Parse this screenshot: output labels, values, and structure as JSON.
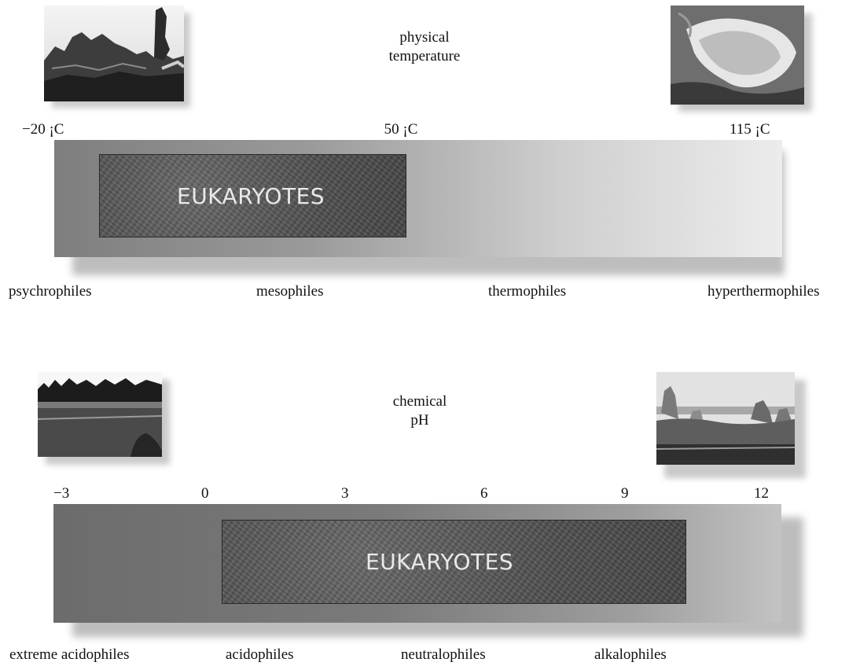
{
  "temperature_panel": {
    "title_line1": "physical",
    "title_line2": "temperature",
    "ticks": [
      "−20 ¡C",
      "50 ¡C",
      "115 ¡C"
    ],
    "box_label": "EUKARYOTES",
    "categories": [
      "psychrophiles",
      "mesophiles",
      "thermophiles",
      "hyperthermophiles"
    ]
  },
  "ph_panel": {
    "title_line1": "chemical",
    "title_line2": "pH",
    "ticks": [
      "−3",
      "0",
      "3",
      "6",
      "9",
      "12"
    ],
    "box_label": "EUKARYOTES",
    "categories": [
      "extreme acidophiles",
      "acidophiles",
      "neutralophiles",
      "alkalophiles"
    ]
  }
}
